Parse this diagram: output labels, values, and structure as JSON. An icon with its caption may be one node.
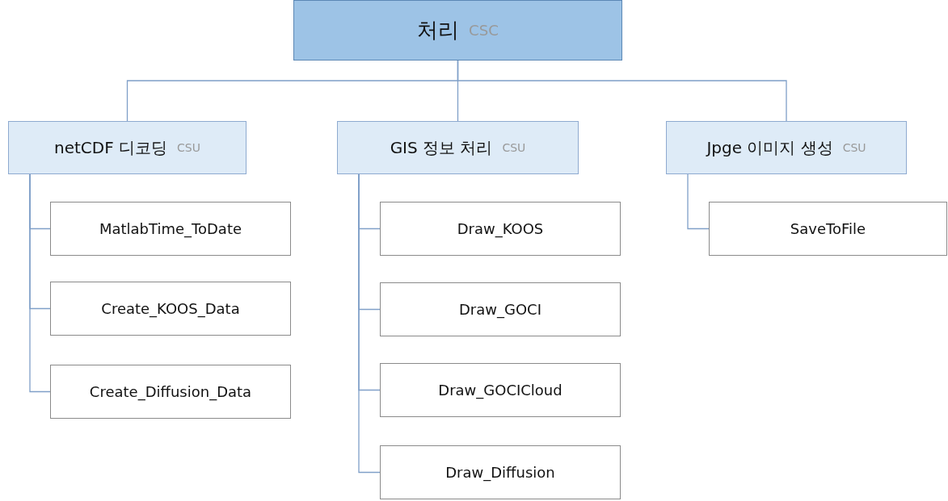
{
  "diagram": {
    "nodes": [
      {
        "text": [
          "처리",
          "CSC"
        ]
      },
      {
        "text": [
          "netCDF 디코딩",
          "CSU"
        ]
      },
      {
        "text": [
          "MatlabTime_ToDate"
        ]
      },
      {
        "text": [
          "Create_KOOS_Data"
        ]
      },
      {
        "text": [
          "Create_Diffusion_Data"
        ]
      },
      {
        "text": [
          "GIS 정보 처리",
          "CSU"
        ]
      },
      {
        "text": [
          "Draw_KOOS"
        ]
      },
      {
        "text": [
          "Draw_GOCI"
        ]
      },
      {
        "text": [
          "Draw_GOCICloud"
        ]
      },
      {
        "text": [
          "Draw_Diffusion"
        ]
      },
      {
        "text": [
          "Jpge 이미지 생성",
          "CSU"
        ]
      },
      {
        "text": [
          "SaveToFile"
        ]
      }
    ],
    "edges": [
      {
        "from": 0,
        "to": 1,
        "arrow": "none"
      },
      {
        "from": 0,
        "to": 5,
        "arrow": "none"
      },
      {
        "from": 0,
        "to": 10,
        "arrow": "none"
      },
      {
        "from": 1,
        "to": 2,
        "arrow": "none"
      },
      {
        "from": 1,
        "to": 3,
        "arrow": "none"
      },
      {
        "from": 1,
        "to": 4,
        "arrow": "none"
      },
      {
        "from": 5,
        "to": 6,
        "arrow": "none"
      },
      {
        "from": 5,
        "to": 7,
        "arrow": "none"
      },
      {
        "from": 5,
        "to": 8,
        "arrow": "none"
      },
      {
        "from": 5,
        "to": 9,
        "arrow": "none"
      },
      {
        "from": 10,
        "to": 11,
        "arrow": "none"
      }
    ]
  }
}
